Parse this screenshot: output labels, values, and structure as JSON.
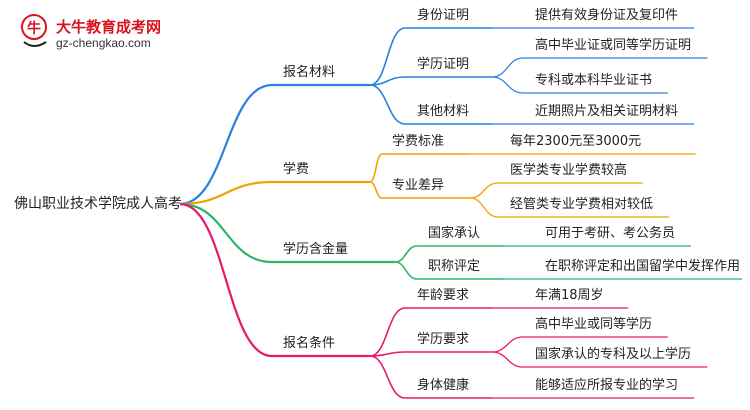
{
  "header": {
    "site_name": "大牛教育成考网",
    "site_url": "gz-chengkao.com"
  },
  "root": "佛山职业技术学院成人高考",
  "colors": {
    "blue": "#2b7fde",
    "orange": "#f2a200",
    "green": "#2db56a",
    "pink": "#e8186e",
    "logo_red": "#d9141e"
  },
  "branches": [
    {
      "label": "报名材料",
      "color": "blue",
      "children": [
        {
          "label": "身份证明",
          "children": [
            "提供有效身份证及复印件"
          ]
        },
        {
          "label": "学历证明",
          "children": [
            "高中毕业证或同等学历证明",
            "专科或本科毕业证书"
          ]
        },
        {
          "label": "其他材料",
          "children": [
            "近期照片及相关证明材料"
          ]
        }
      ]
    },
    {
      "label": "学费",
      "color": "orange",
      "children": [
        {
          "label": "学费标准",
          "children": [
            "每年2300元至3000元"
          ]
        },
        {
          "label": "专业差异",
          "children": [
            "医学类专业学费较高",
            "经管类专业学费相对较低"
          ]
        }
      ]
    },
    {
      "label": "学历含金量",
      "color": "green",
      "children": [
        {
          "label": "国家承认",
          "children": [
            "可用于考研、考公务员"
          ]
        },
        {
          "label": "职称评定",
          "children": [
            "在职称评定和出国留学中发挥作用"
          ]
        }
      ]
    },
    {
      "label": "报名条件",
      "color": "pink",
      "children": [
        {
          "label": "年龄要求",
          "children": [
            "年满18周岁"
          ]
        },
        {
          "label": "学历要求",
          "children": [
            "高中毕业或同等学历",
            "国家承认的专科及以上学历"
          ]
        },
        {
          "label": "身体健康",
          "children": [
            "能够适应所报专业的学习"
          ]
        }
      ]
    }
  ]
}
